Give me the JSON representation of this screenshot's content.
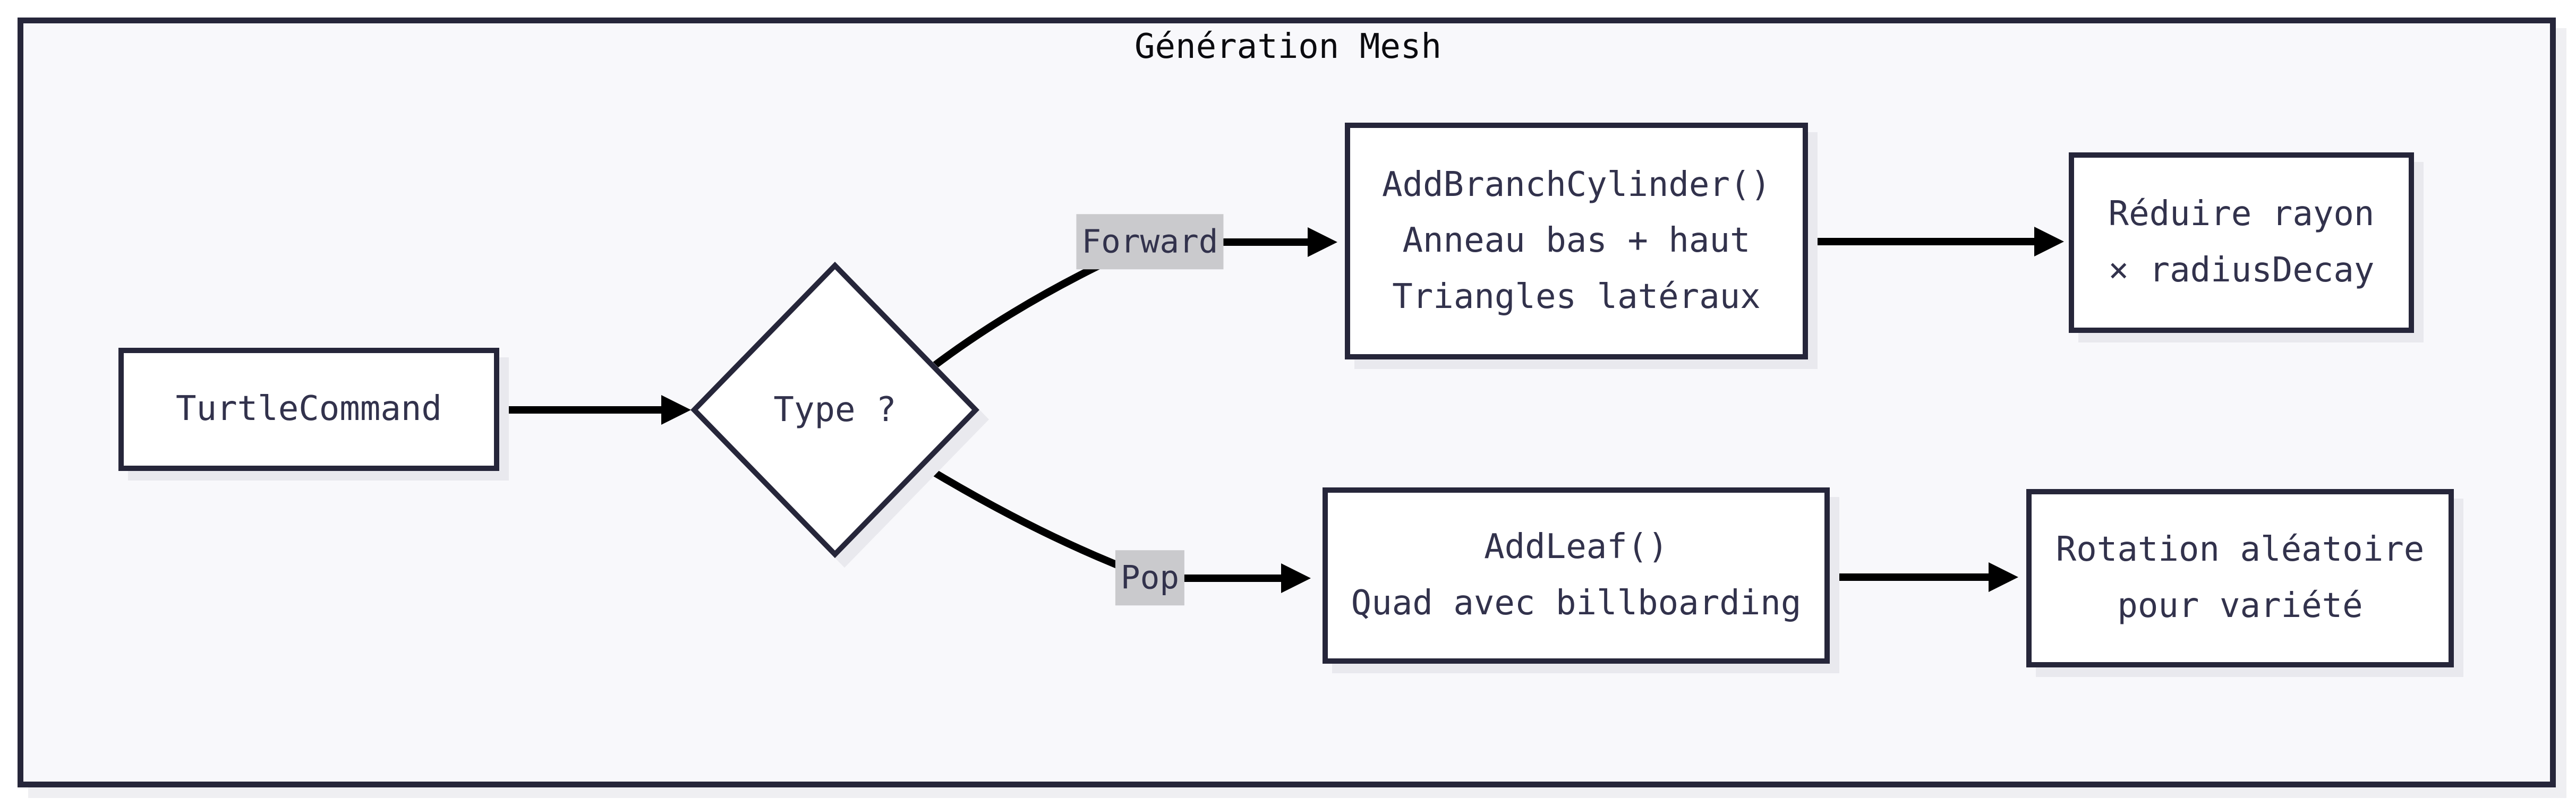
{
  "diagram": {
    "title": "Génération Mesh",
    "nodes": {
      "turtle_command": {
        "label": "TurtleCommand"
      },
      "type_decision": {
        "label": "Type ?"
      },
      "add_branch_cylinder": {
        "lines": [
          "AddBranchCylinder()",
          "Anneau bas + haut",
          "Triangles latéraux"
        ]
      },
      "reduce_radius": {
        "lines": [
          "Réduire rayon",
          "× radiusDecay"
        ]
      },
      "add_leaf": {
        "lines": [
          "AddLeaf()",
          "Quad avec billboarding"
        ]
      },
      "random_rotation": {
        "lines": [
          "Rotation aléatoire",
          "pour variété"
        ]
      }
    },
    "edge_labels": {
      "forward": "Forward",
      "pop": "Pop"
    }
  },
  "colors": {
    "canvas_bg": "#ffffff",
    "frame_bg": "#f8f8fb",
    "frame_border": "#26263a",
    "node_fill": "#ffffff",
    "node_border": "#26263a",
    "node_text": "#32324c",
    "title_text": "#0b0b0f",
    "edge_label_bg": "#cacacd",
    "arrow": "#000000",
    "shadow": "#e9e9ee",
    "frame_shadow": "#efeff2"
  }
}
